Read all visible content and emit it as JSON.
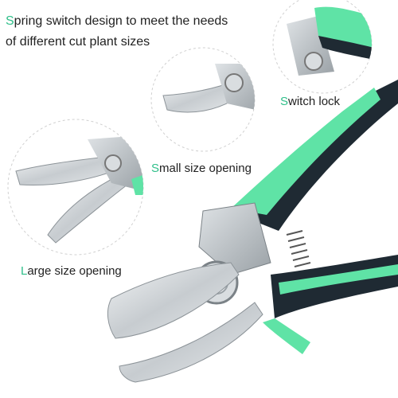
{
  "headline": {
    "line1_initial": "S",
    "line1_rest": "pring switch design to meet the needs",
    "line2": "of different cut plant sizes"
  },
  "labels": {
    "switch_lock": {
      "initial": "S",
      "rest": "witch lock"
    },
    "small_opening": {
      "initial": "S",
      "rest": "mall size opening"
    },
    "large_opening": {
      "initial": "L",
      "rest": "arge size opening"
    }
  },
  "colors": {
    "accent_green": "#2fbf8a",
    "handle_green": "#5fe3a6",
    "handle_dark": "#1f2a33",
    "blade_steel": "#c9ced2",
    "text": "#222222"
  }
}
